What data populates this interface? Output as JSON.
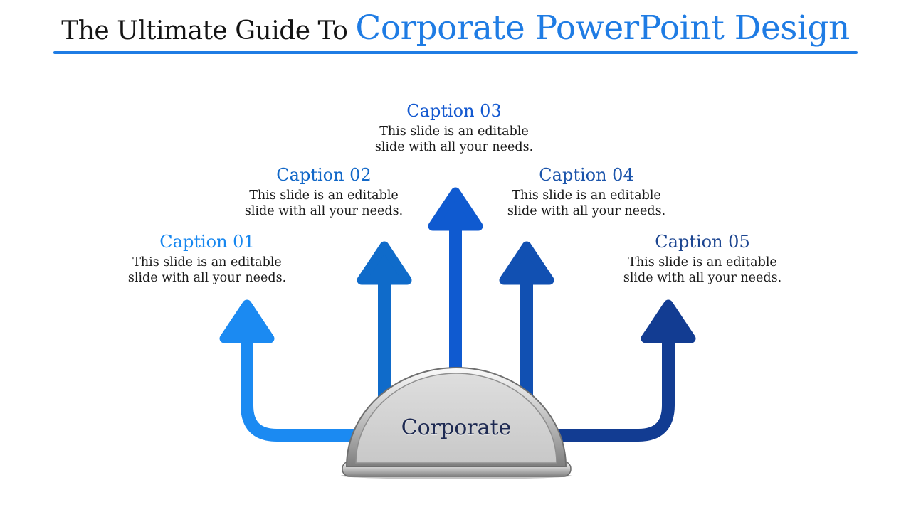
{
  "title": {
    "prefix": "The Ultimate Guide To ",
    "highlight": "Corporate PowerPoint Design",
    "highlight_color": "#1f7ce4",
    "divider_color": "#1f7ce4"
  },
  "center_label": "Corporate",
  "captions": [
    {
      "label": "Caption 01",
      "color": "#1787ef",
      "lines": [
        "This slide is an editable",
        "slide with all your needs."
      ]
    },
    {
      "label": "Caption 02",
      "color": "#1268c8",
      "lines": [
        "This slide is an editable",
        "slide with all your needs."
      ]
    },
    {
      "label": "Caption 03",
      "color": "#1459d0",
      "lines": [
        "This slide is an editable",
        "slide with all your needs."
      ]
    },
    {
      "label": "Caption 04",
      "color": "#1c55ab",
      "lines": [
        "This slide is an editable",
        "slide with all your needs."
      ]
    },
    {
      "label": "Caption 05",
      "color": "#1d4691",
      "lines": [
        "This slide is an editable",
        "slide with all your needs."
      ]
    }
  ],
  "arrows": [
    {
      "name": "arrow-1",
      "color": "#1b8af2"
    },
    {
      "name": "arrow-2",
      "color": "#0f6bca"
    },
    {
      "name": "arrow-3",
      "color": "#0f5ad0"
    },
    {
      "name": "arrow-4",
      "color": "#1150b2"
    },
    {
      "name": "arrow-5",
      "color": "#123c92"
    }
  ]
}
